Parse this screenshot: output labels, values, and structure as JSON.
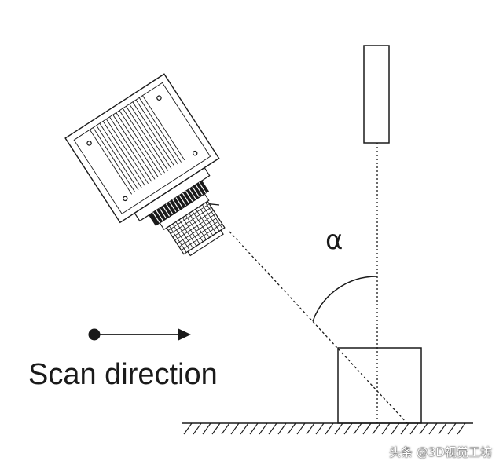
{
  "diagram": {
    "angle_symbol": "α",
    "scan_direction_label": "Scan direction",
    "watermark": "头条 @3D视觉工坊"
  },
  "colors": {
    "stroke": "#1a1a1a",
    "background": "#ffffff"
  }
}
